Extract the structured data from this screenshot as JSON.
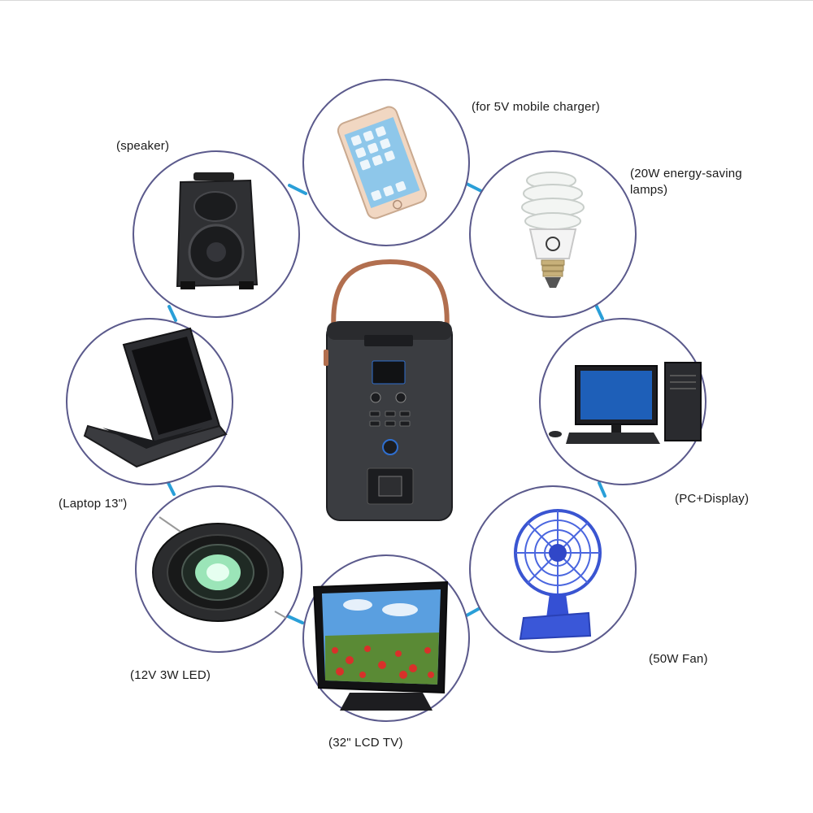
{
  "labels": {
    "mobile": "(for 5V mobile charger)",
    "speaker": "(speaker)",
    "lamps": "(20W energy-saving\n lamps)",
    "laptop": "(Laptop 13\")",
    "pc": "(PC+Display)",
    "led": "(12V 3W LED)",
    "fan": "(50W Fan)",
    "tv": "(32\" LCD TV)"
  },
  "colors": {
    "ring": "#5b5a8c",
    "connector": "#2a9fd8",
    "station_body": "#3b3d41",
    "handle": "#b26f4f",
    "screen_glow": "#2f6fd0"
  },
  "icons": [
    "smartphone-icon",
    "speaker-icon",
    "cfl-bulb-icon",
    "laptop-icon",
    "desktop-pc-icon",
    "led-downlight-icon",
    "desk-fan-icon",
    "lcd-tv-icon",
    "power-station-icon"
  ]
}
